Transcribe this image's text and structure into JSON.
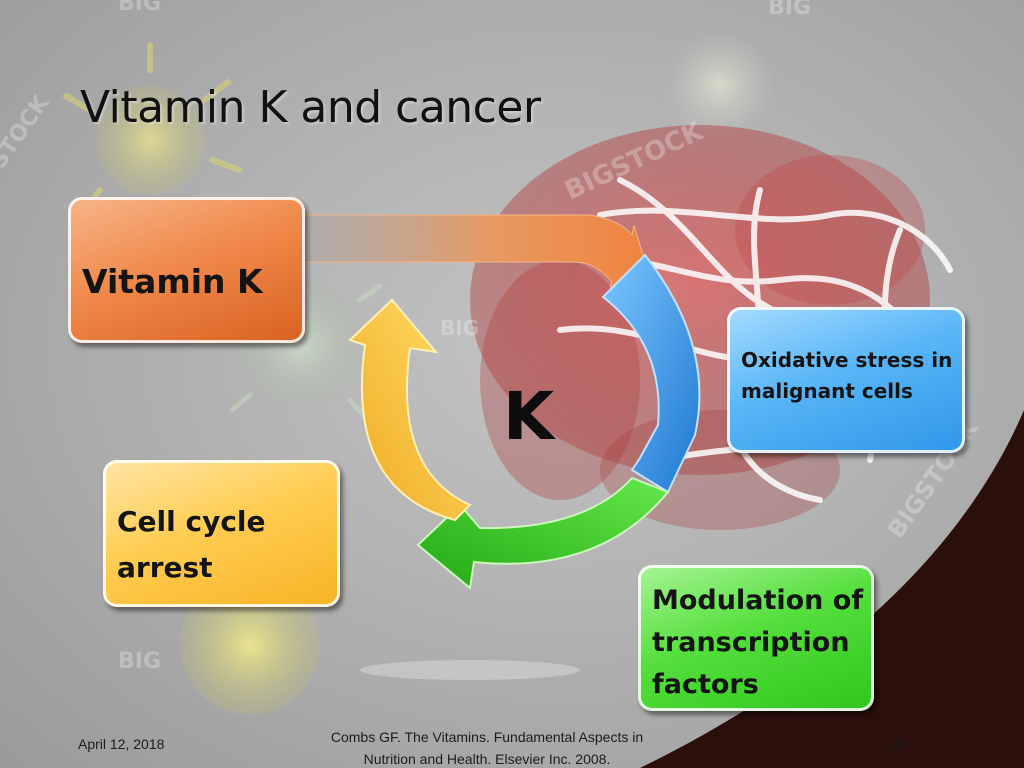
{
  "slide": {
    "title": "Vitamin K and cancer",
    "center_label": "K",
    "boxes": {
      "vitamin_k": "Vitamin K",
      "oxidative_stress": "Oxidative stress in\nmalignant cells",
      "cell_cycle": "Cell cycle\narrest",
      "modulation": "Modulation of\ntranscription\nfactors"
    },
    "footer": {
      "date": "April 12, 2018",
      "citation": "Combs GF. The Vitamins. Fundamental Aspects in\nNutrition and Health. Elsevier Inc. 2008.",
      "page_number": "41"
    },
    "watermark": [
      "BIG",
      "BIGSTOCK"
    ]
  },
  "colors": {
    "orange": "#f08a4c",
    "blue": "#3a9de8",
    "green": "#3fd126",
    "yellow": "#ffcd52",
    "corner": "#2a0f0a"
  }
}
